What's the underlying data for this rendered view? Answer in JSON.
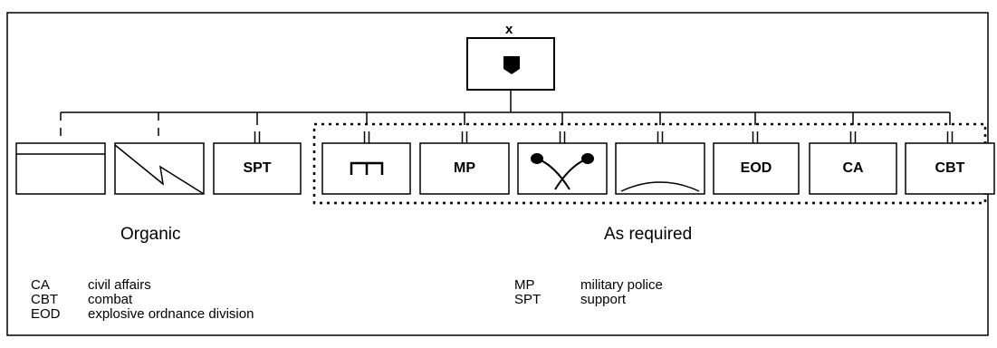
{
  "diagram": {
    "echelon_mark": "x",
    "units": [
      {
        "id": "unit-1",
        "symbol": "headquarters-bar",
        "label": ""
      },
      {
        "id": "unit-2",
        "symbol": "signal-zigzag",
        "label": ""
      },
      {
        "id": "unit-3",
        "symbol": "text",
        "label": "SPT"
      },
      {
        "id": "unit-4",
        "symbol": "engineer-bridge",
        "label": ""
      },
      {
        "id": "unit-5",
        "symbol": "text",
        "label": "MP"
      },
      {
        "id": "unit-6",
        "symbol": "chemical-retorts",
        "label": ""
      },
      {
        "id": "unit-7",
        "symbol": "armor-arc",
        "label": ""
      },
      {
        "id": "unit-8",
        "symbol": "text",
        "label": "EOD"
      },
      {
        "id": "unit-9",
        "symbol": "text",
        "label": "CA"
      },
      {
        "id": "unit-10",
        "symbol": "text",
        "label": "CBT"
      }
    ],
    "groups": {
      "organic": "Organic",
      "as_required": "As required"
    },
    "legend_left": [
      {
        "abbr": "CA",
        "desc": "civil affairs"
      },
      {
        "abbr": "CBT",
        "desc": "combat"
      },
      {
        "abbr": "EOD",
        "desc": "explosive ordnance division"
      }
    ],
    "legend_right": [
      {
        "abbr": "MP",
        "desc": "military police"
      },
      {
        "abbr": "SPT",
        "desc": "support"
      }
    ]
  }
}
